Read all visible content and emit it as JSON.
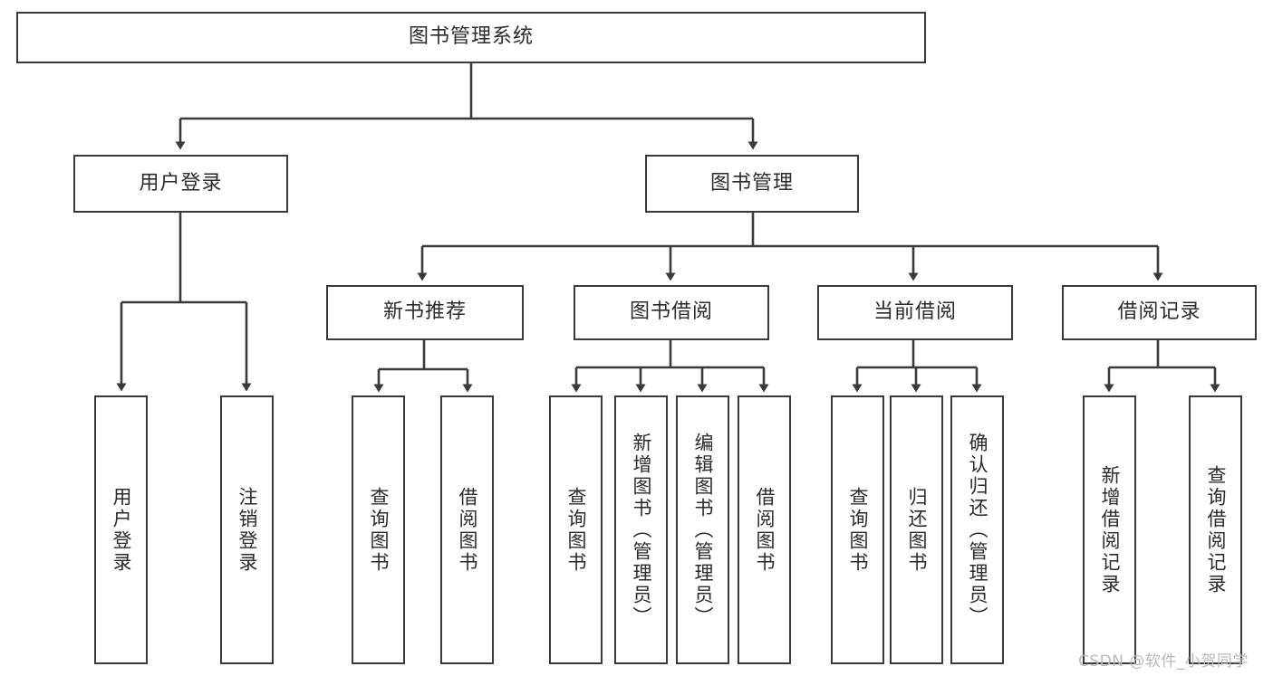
{
  "diagram": {
    "title": "图书管理系统",
    "type": "tree-hierarchy",
    "root": {
      "label": "图书管理系统"
    },
    "level1": [
      {
        "label": "用户登录"
      },
      {
        "label": "图书管理"
      }
    ],
    "level2": [
      {
        "label": "新书推荐"
      },
      {
        "label": "图书借阅"
      },
      {
        "label": "当前借阅"
      },
      {
        "label": "借阅记录"
      }
    ],
    "leaves": {
      "user_login": [
        {
          "label": "用户登录"
        },
        {
          "label": "注销登录"
        }
      ],
      "new_book_recommend": [
        {
          "label": "查询图书"
        },
        {
          "label": "借阅图书"
        }
      ],
      "book_borrow": [
        {
          "label": "查询图书"
        },
        {
          "label": "新增图书（管理员）"
        },
        {
          "label": "编辑图书（管理员）"
        },
        {
          "label": "借阅图书"
        }
      ],
      "current_borrow": [
        {
          "label": "查询图书"
        },
        {
          "label": "归还图书"
        },
        {
          "label": "确认归还（管理员）"
        }
      ],
      "borrow_record": [
        {
          "label": "新增借阅记录"
        },
        {
          "label": "查询借阅记录"
        }
      ]
    }
  },
  "watermark": {
    "text": "CSDN @软件_小贺同学"
  },
  "colors": {
    "stroke": "#3a3a3a",
    "fill": "#ffffff",
    "text": "#2b2b2b",
    "watermark": "#b9b9b9"
  }
}
